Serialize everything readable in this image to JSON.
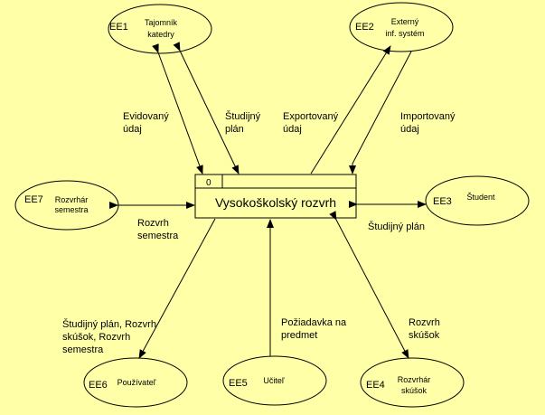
{
  "colors": {
    "background": "#FFFFA8",
    "stroke": "#000000"
  },
  "process": {
    "number": "0",
    "title": "Vysokoškolský rozvrh"
  },
  "entities": {
    "ee1": {
      "id": "EE1",
      "label_lines": [
        "Tajomník",
        "katedry"
      ]
    },
    "ee2": {
      "id": "EE2",
      "label_lines": [
        "Externý",
        "inf. systém"
      ]
    },
    "ee3": {
      "id": "EE3",
      "label_lines": [
        "Študent"
      ]
    },
    "ee4": {
      "id": "EE4",
      "label_lines": [
        "Rozvrhár",
        "skúšok"
      ]
    },
    "ee5": {
      "id": "EE5",
      "label_lines": [
        "Učiteľ"
      ]
    },
    "ee6": {
      "id": "EE6",
      "label_lines": [
        "Používateľ"
      ]
    },
    "ee7": {
      "id": "EE7",
      "label_lines": [
        "Rozvrhár",
        "semestra"
      ]
    }
  },
  "flows": {
    "evidovany": [
      "Evidovaný",
      "údaj"
    ],
    "studijny_plan_top": [
      "Študijný",
      "plán"
    ],
    "exportovany": [
      "Exportovaný",
      "údaj"
    ],
    "importovany": [
      "Importovaný",
      "údaj"
    ],
    "rozvrh_semestra": [
      "Rozvrh",
      "semestra"
    ],
    "studijny_plan_right": [
      "Študijný plán"
    ],
    "pouzivatel_flow": [
      "Študijný plán, Rozvrh",
      "skúšok, Rozvrh",
      "semestra"
    ],
    "poziadavka": [
      "Požiadavka na",
      "predmet"
    ],
    "rozvrh_skusok": [
      "Rozvrh",
      "skúšok"
    ]
  }
}
